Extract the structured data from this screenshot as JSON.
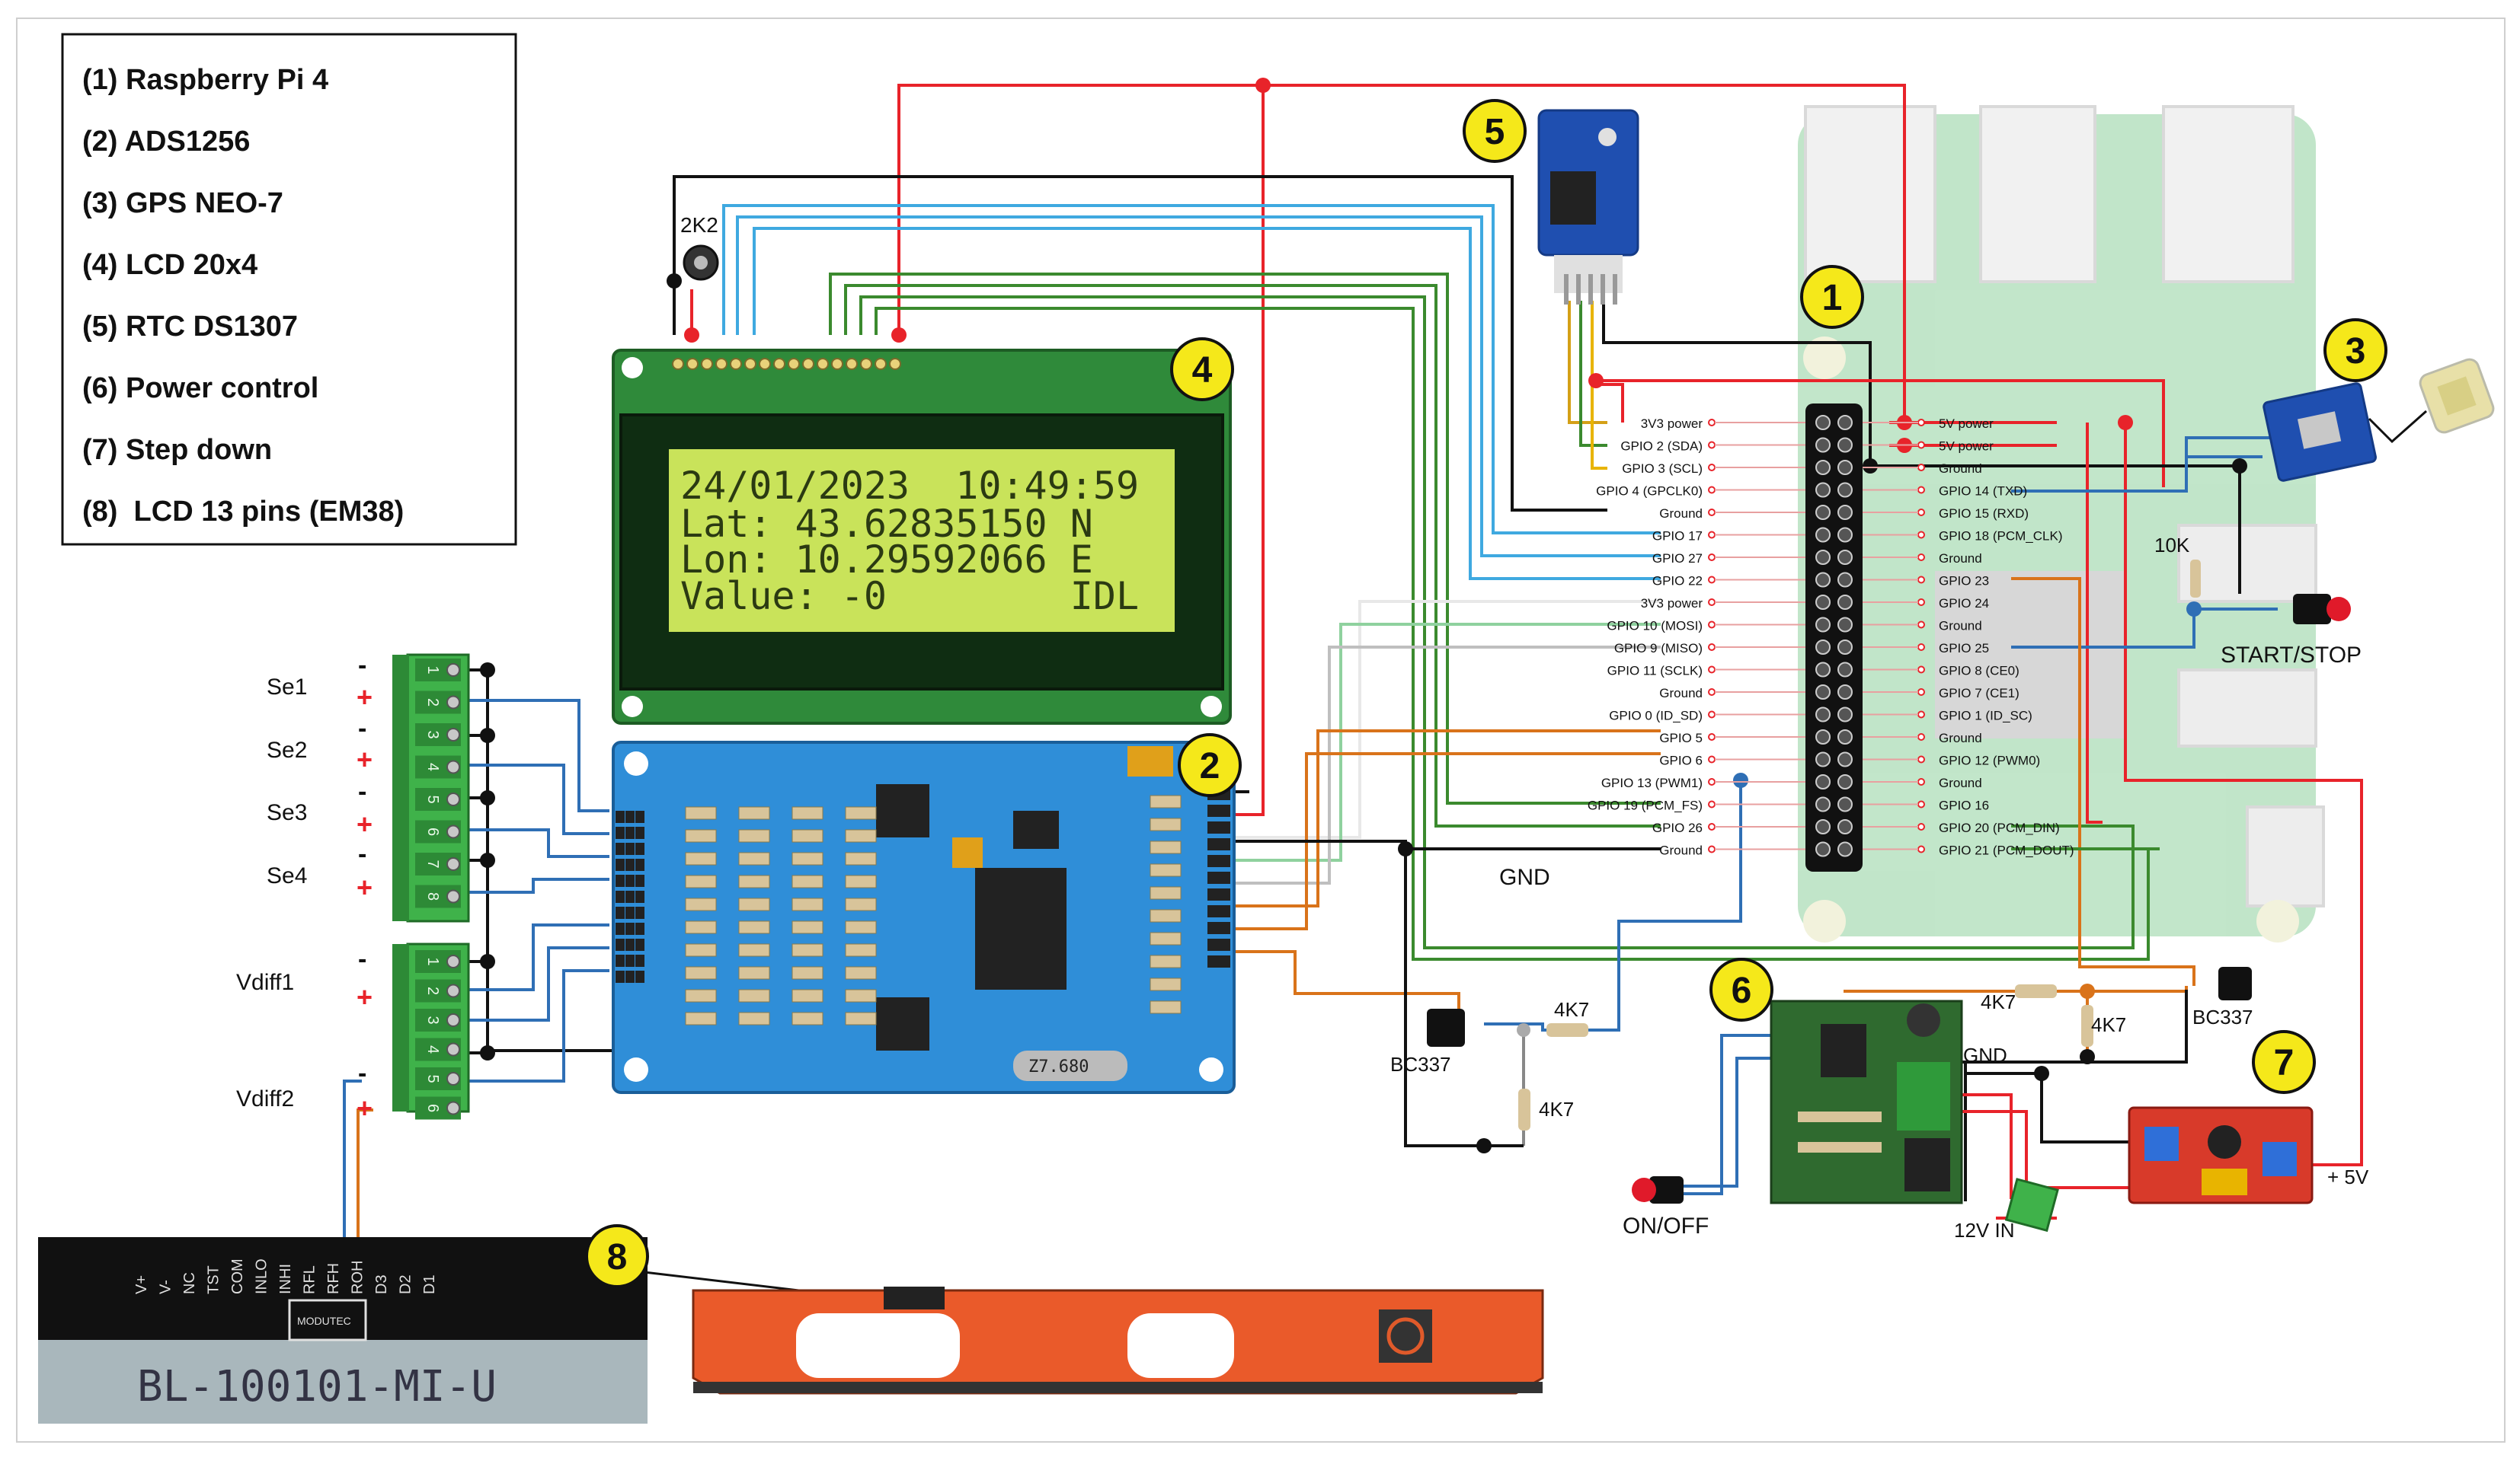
{
  "legend": {
    "items": [
      "(1) Raspberry Pi 4",
      "(2) ADS1256",
      "(3) GPS NEO-7",
      "(4) LCD 20x4",
      "(5) RTC DS1307",
      "(6) Power control",
      "(7) Step down",
      "(8)  LCD 13 pins (EM38)"
    ]
  },
  "badges": [
    "1",
    "2",
    "3",
    "4",
    "5",
    "6",
    "7",
    "8"
  ],
  "lcd": {
    "lines": [
      "24/01/2023  10:49:59",
      "Lat: 43.62835150 N",
      "Lon: 10.29592066 E",
      "Value: -0        IDL"
    ]
  },
  "pi_header": {
    "left": [
      "3V3 power",
      "GPIO 2 (SDA)",
      "GPIO 3 (SCL)",
      "GPIO 4 (GPCLK0)",
      "Ground",
      "GPIO 17",
      "GPIO 27",
      "GPIO 22",
      "3V3 power",
      "GPIO 10 (MOSI)",
      "GPIO 9 (MISO)",
      "GPIO 11 (SCLK)",
      "Ground",
      "GPIO 0 (ID_SD)",
      "GPIO 5",
      "GPIO 6",
      "GPIO 13 (PWM1)",
      "GPIO 19 (PCM_FS)",
      "GPIO 26",
      "Ground"
    ],
    "right": [
      "5V power",
      "5V power",
      "Ground",
      "GPIO 14 (TXD)",
      "GPIO 15 (RXD)",
      "GPIO 18 (PCM_CLK)",
      "Ground",
      "GPIO 23",
      "GPIO 24",
      "Ground",
      "GPIO 25",
      "GPIO 8 (CE0)",
      "GPIO 7 (CE1)",
      "GPIO 1 (ID_SC)",
      "Ground",
      "GPIO 12 (PWM0)",
      "Ground",
      "GPIO 16",
      "GPIO 20 (PCM_DIN)",
      "GPIO 21 (PCM_DOUT)"
    ]
  },
  "terminals": {
    "channels": [
      "Se1",
      "Se2",
      "Se3",
      "Se4"
    ],
    "diff": [
      "Vdiff1",
      "Vdiff2"
    ],
    "minus": "-",
    "plus": "+",
    "block1_numbers": [
      "1",
      "2",
      "3",
      "4",
      "5",
      "6",
      "7",
      "8"
    ],
    "block2_numbers": [
      "1",
      "2",
      "3",
      "4",
      "5",
      "6"
    ]
  },
  "labels": {
    "resistor_2k2": "2K2",
    "resistor_10k": "10K",
    "resistor_4k7": "4K7",
    "transistor": "BC337",
    "gnd": "GND",
    "start_stop": "START/STOP",
    "on_off": "ON/OFF",
    "in_12v": "12V IN",
    "plus_5v": "+ 5V",
    "crystal": "Z7.680"
  },
  "em38": {
    "pins": [
      "V+",
      "V-",
      "NC",
      "TST",
      "COM",
      "INLO",
      "INHI",
      "RFL",
      "RFH",
      "ROH",
      "D3",
      "D2",
      "D1"
    ],
    "brand": "MODUTEC",
    "model": "BL-100101-MI-U"
  },
  "colors": {
    "red": "#e8232a",
    "black": "#111111",
    "blue": "#2f6fb5",
    "lightblue": "#3fa9e0",
    "green": "#3b8a2e",
    "orange": "#d9731a",
    "yellow": "#f5e81a",
    "lcd_green": "#c9e35a",
    "board_blue": "#2f8ed8",
    "terminal_green": "#3fb24a"
  }
}
